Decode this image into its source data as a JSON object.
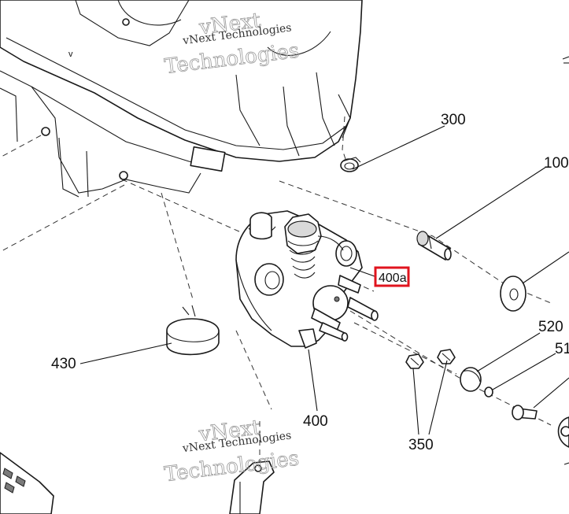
{
  "watermark": {
    "small_text": "vNext Technologies",
    "big_text_line1": "vNext",
    "big_text_line2": "Technologies"
  },
  "callouts": {
    "part_300": "300",
    "part_100": "100",
    "part_400a": "400a",
    "part_520": "520",
    "part_510": "51",
    "part_430": "430",
    "part_400": "400",
    "part_350": "350"
  },
  "highlight": {
    "part": "400a",
    "color": "#e0141e"
  },
  "stray_mark": "v"
}
